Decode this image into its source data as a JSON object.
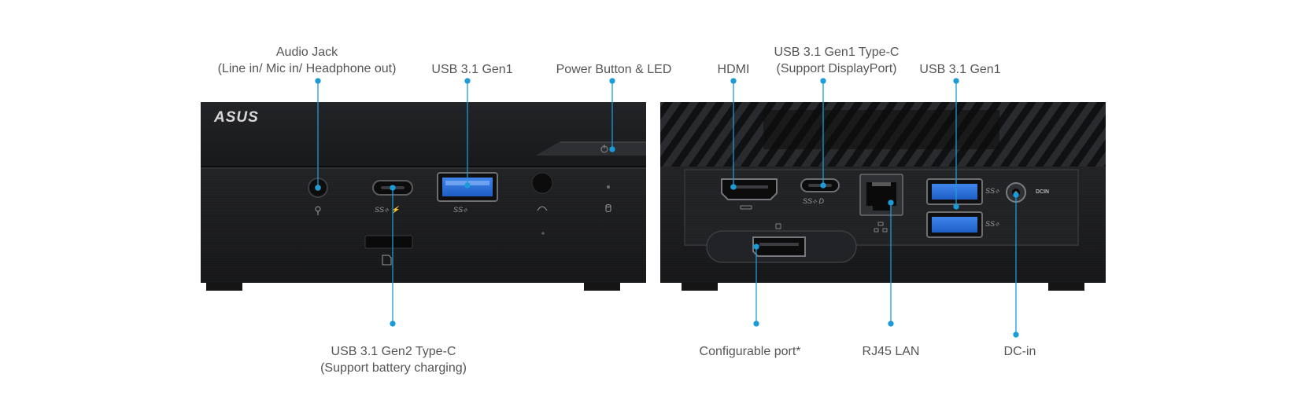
{
  "brand": {
    "logo_text": "ASUS"
  },
  "callouts": {
    "audio_jack": {
      "line1": "Audio Jack",
      "line2": "(Line in/ Mic in/ Headphone out)"
    },
    "usb_front": {
      "line1": "USB 3.1 Gen1"
    },
    "power_button": {
      "line1": "Power Button & LED"
    },
    "usb_typec_front": {
      "line1": "USB 3.1 Gen2 Type-C",
      "line2": "(Support battery charging)"
    },
    "hdmi": {
      "line1": "HDMI"
    },
    "usb_typec_rear": {
      "line1": "USB 3.1 Gen1 Type-C",
      "line2": "(Support DisplayPort)"
    },
    "usb_rear": {
      "line1": "USB 3.1 Gen1"
    },
    "configurable_port": {
      "line1": "Configurable port*"
    },
    "rj45": {
      "line1": "RJ45 LAN"
    },
    "dc_in": {
      "line1": "DC-in"
    }
  },
  "colors": {
    "callout": "#1b9bd7",
    "chassis": "#1e1f21",
    "text": "#555555",
    "usb_blue": "#2a6fd6"
  },
  "icons": [
    "audio-jack-icon",
    "usb-c-icon",
    "usb-a-icon",
    "power-icon",
    "hdmi-icon",
    "ethernet-icon",
    "displayport-icon",
    "dc-in-icon",
    "sd-card-icon"
  ]
}
